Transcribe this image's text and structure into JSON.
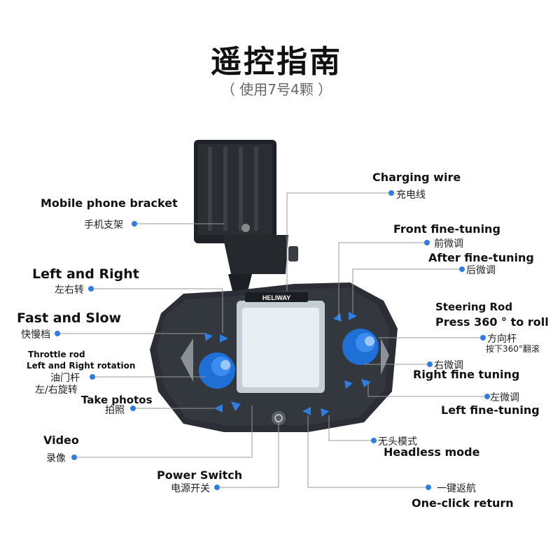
{
  "header": {
    "title": "遥控指南",
    "subtitle": "（ 使用7号4颗 ）"
  },
  "device": {
    "brand": "HELIWAY"
  },
  "labels": {
    "mobile_bracket_en": "Mobile phone bracket",
    "mobile_bracket_zh": "手机支架",
    "left_right_en": "Left and Right",
    "left_right_zh": "左右转",
    "fast_slow_en": "Fast and Slow",
    "fast_slow_zh": "快慢档",
    "throttle_en_1": "Throttle rod",
    "throttle_en_2": "Left and Right rotation",
    "throttle_zh_1": "油门杆",
    "throttle_zh_2": "左/右旋转",
    "photos_en": "Take photos",
    "photos_zh": "拍照",
    "video_en": "Video",
    "video_zh": "录像",
    "power_en": "Power Switch",
    "power_zh": "电源开关",
    "charging_en": "Charging wire",
    "charging_zh": "充电线",
    "front_en": "Front fine-tuning",
    "front_zh": "前微调",
    "after_en": "After fine-tuning",
    "after_zh": "后微调",
    "steering_en_1": "Steering Rod",
    "steering_en_2": "Press 360 ° to roll",
    "steering_zh_1": "方向杆",
    "steering_zh_2": "按下360°翻滚",
    "right_fine_zh": "右微调",
    "right_fine_en": "Right fine tuning",
    "left_fine_zh": "左微调",
    "left_fine_en": "Left fine-tuning",
    "headless_zh": "无头模式",
    "headless_en": "Headless mode",
    "return_zh": "一键返航",
    "return_en": "One-click return"
  },
  "colors": {
    "accent": "#2f7de1",
    "body": "#2b2f35",
    "line": "#999999"
  }
}
